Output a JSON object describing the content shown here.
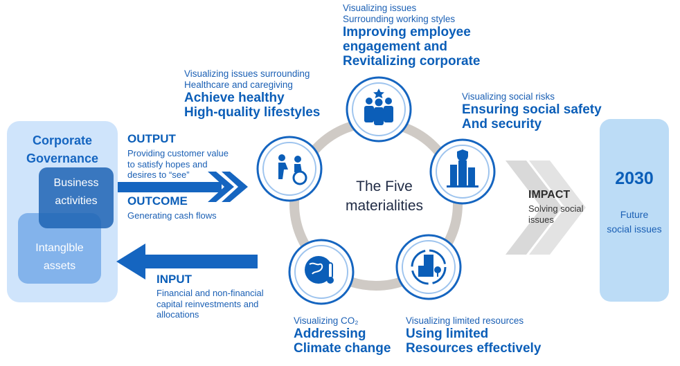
{
  "governance": {
    "title_line1": "Corporate",
    "title_line2": "Governance",
    "business_line1": "Business",
    "business_line2": "activities",
    "intangible_line1": "Intanglble",
    "intangible_line2": "assets"
  },
  "output": {
    "heading": "OUTPUT",
    "desc_line1": "Providing customer value",
    "desc_line2": "to satisfy hopes and",
    "desc_line3": "desires to “see”"
  },
  "outcome": {
    "heading": "OUTCOME",
    "desc": "Generating cash flows"
  },
  "input": {
    "heading": "INPUT",
    "desc_line1": "Financial and non-financial",
    "desc_line2": "capital reinvestments and",
    "desc_line3": "allocations"
  },
  "center": {
    "line1": "The Five",
    "line2": "materialities"
  },
  "impact": {
    "heading": "IMPACT",
    "desc_line1": "Solving social",
    "desc_line2": "issues"
  },
  "future": {
    "year": "2030",
    "line1": "Future",
    "line2": "social issues"
  },
  "materialities": {
    "employee": {
      "sub1": "Visualizing issues",
      "sub2": "Surrounding working styles",
      "title1": "Improving employee",
      "title2": "engagement and",
      "title3": "Revitalizing corporate",
      "icon": "team-icon"
    },
    "health": {
      "sub1": "Visualizing issues surrounding",
      "sub2": "Healthcare and caregiving",
      "title1": "Achieve healthy",
      "title2": "High-quality lifestyles",
      "icon": "caregiving-icon"
    },
    "safety": {
      "sub1": "Visualizing social risks",
      "title1": "Ensuring social safety",
      "title2": "And security",
      "icon": "secure-building-icon"
    },
    "climate": {
      "sub1": "Visualizing CO₂",
      "title1": "Addressing",
      "title2": "Climate change",
      "icon": "globe-thermometer-icon"
    },
    "resources": {
      "sub1": "Visualizing limited resources",
      "title1": "Using limited",
      "title2": "Resources effectively",
      "icon": "recycle-city-icon"
    }
  },
  "colors": {
    "primary": "#0b5eb8",
    "arrow": "#1565c0",
    "ring": "#cfcac5",
    "governance_bg": "#cfe4fb",
    "business_bg": "#1e64b4",
    "intangible_bg": "#6aa3e6",
    "future_bg": "#bcdcf6",
    "impact_chevron": "#d8d8d8"
  }
}
